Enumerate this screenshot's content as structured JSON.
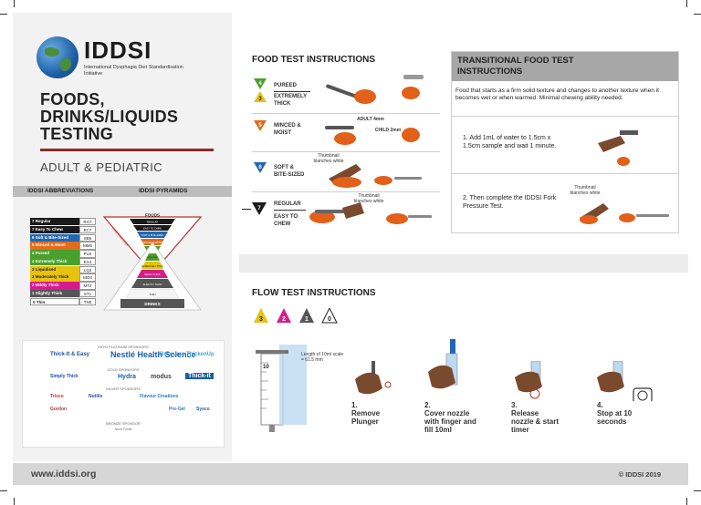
{
  "logo": {
    "name": "IDDSI",
    "sub": "International Dysphagia Diet Standardisation Initiative"
  },
  "title": "FOODS, DRINKS/LIQUIDS TESTING",
  "subtitle": "ADULT & PEDIATRIC",
  "left_headers": {
    "abbr": "IDDSI ABBREVIATIONS",
    "pyramids": "IDDSI PYRAMIDS"
  },
  "abbreviations": [
    {
      "name": "7 Regular",
      "code": "RG7",
      "color": "#1a1a1a"
    },
    {
      "name": "7 Easy To Chew",
      "code": "EC7",
      "color": "#1a1a1a"
    },
    {
      "name": "6 Soft & Bite-Sized",
      "code": "SB6",
      "color": "#2167b1"
    },
    {
      "name": "5 Minced & Moist",
      "code": "MM5",
      "color": "#e46a1c"
    },
    {
      "name": "4 Pureed",
      "code": "PU4",
      "color": "#4aa02c"
    },
    {
      "name": "4 Extremely Thick",
      "code": "EX4",
      "color": "#4aa02c"
    },
    {
      "name": "3 Liquidised",
      "code": "LQ3",
      "color": "#e7c20f"
    },
    {
      "name": "3 Moderately Thick",
      "code": "MO3",
      "color": "#e7c20f"
    },
    {
      "name": "2 Mildly Thick",
      "code": "MT2",
      "color": "#d81b8c"
    },
    {
      "name": "1 Slightly Thick",
      "code": "ST1",
      "color": "#555555"
    },
    {
      "name": "0 Thin",
      "code": "TN0",
      "color": "#ffffff"
    }
  ],
  "pyramid": {
    "foods": "FOODS",
    "drinks": "DRINKS",
    "levels_food": [
      "REGULAR",
      "EASY TO CHEW",
      "SOFT & BITE-SIZED",
      "MINCED & MOIST",
      "PUREED",
      "LIQUIDISED"
    ],
    "levels_drink": [
      "EXTREMELY THICK",
      "MODERATELY THICK",
      "MILDLY THICK",
      "SLIGHTLY THICK",
      "THIN"
    ],
    "side": "TRANSITIONAL FOODS"
  },
  "sponsors": {
    "platinum": "IDDSI PLATINUM SPONSORS",
    "gold": "GOLD SPONSORS",
    "silver": "SILVER SPONSORS",
    "bronze": "BRONZE SPONSOR",
    "logos": [
      "Thick-It & Easy",
      "Nestlé Health Science",
      "Resource ThickenUp",
      "Simply Thick",
      "Hydra",
      "modus",
      "Thick-it",
      "Trisco",
      "Nutilis",
      "Flavour Creations",
      "Gordon",
      "Pre-Gel",
      "Sysco"
    ],
    "bronze_text": "Nova Foods"
  },
  "food_test": {
    "title": "FOOD TEST INSTRUCTIONS",
    "rows": [
      {
        "nums": [
          "4",
          "3"
        ],
        "labels": [
          "PUREED",
          "EXTREMELY THICK"
        ]
      },
      {
        "nums": [
          "5"
        ],
        "labels": [
          "MINCED &",
          "MOIST"
        ],
        "note_adult": "ADULT 4mm",
        "note_child": "CHILD 2mm"
      },
      {
        "nums": [
          "6"
        ],
        "labels": [
          "SOFT &",
          "BITE-SIZED"
        ],
        "note": "Thumbnail blanches white"
      },
      {
        "nums": [
          "7"
        ],
        "labels": [
          "REGULAR",
          "EASY TO CHEW"
        ],
        "note": "Thumbnail blanches white"
      }
    ]
  },
  "transitional": {
    "title": "TRANSITIONAL FOOD TEST INSTRUCTIONS",
    "intro": "Food that starts as a firm solid texture and changes to another texture when it becomes wet or when warmed. Minimal chewing ability needed.",
    "step1": "1.  Add 1mL of water to 1.5cm x 1.5cm sample and wait 1 minute.",
    "step2": "2.  Then complete the IDDSI Fork Pressure Test.",
    "note": "Thumbnail blanches white"
  },
  "flow_test": {
    "title": "FLOW TEST INSTRUCTIONS",
    "icons": [
      "3",
      "2",
      "1",
      "0"
    ],
    "syringe_label": "Length of 10ml scale = 61.5 mm",
    "steps": [
      {
        "num": "1.",
        "text": "Remove Plunger"
      },
      {
        "num": "2.",
        "text": "Cover nozzle with finger and fill 10ml"
      },
      {
        "num": "3.",
        "text": "Release nozzle & start timer"
      },
      {
        "num": "4.",
        "text": "Stop at 10 seconds"
      }
    ]
  },
  "footer": {
    "url": "www.iddsi.org",
    "copyright": "© IDDSI 2019"
  },
  "colors": {
    "red": "#8b2a2a",
    "orange": "#e2601a",
    "green": "#4aa02c",
    "blue": "#2167b1",
    "pink": "#d81b8c",
    "yellow": "#e7c20f"
  }
}
